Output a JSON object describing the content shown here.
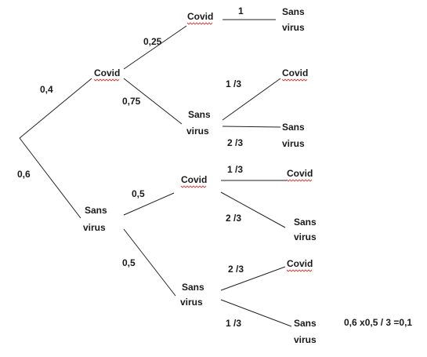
{
  "tree": {
    "root_probs": {
      "p1": "0,4",
      "p2": "0,6"
    },
    "level1": {
      "covid": {
        "label": "Covid",
        "branch_covid": "0,25",
        "branch_sans": "0,75"
      },
      "sans": {
        "label_line1": "Sans",
        "label_line2": "virus",
        "branch_covid": "0,5",
        "branch_sans": "0,5"
      }
    },
    "level2": {
      "covid_covid": {
        "label": "Covid",
        "prob": "1"
      },
      "covid_sans": {
        "label_line1": "Sans",
        "label_line2": "virus",
        "prob_covid": "1 /3",
        "prob_sans": "2 /3"
      },
      "sans_covid": {
        "label": "Covid",
        "prob_covid": "1 /3",
        "prob_sans": "2 /3"
      },
      "sans_sans": {
        "label_line1": "Sans",
        "label_line2": "virus",
        "prob_covid": "2 /3",
        "prob_sans": "1 /3"
      }
    },
    "leaves": {
      "l1": {
        "line1": "Sans",
        "line2": "virus"
      },
      "l2": {
        "label": "Covid"
      },
      "l3": {
        "line1": "Sans",
        "line2": "virus"
      },
      "l4": {
        "label": "Covid"
      },
      "l5": {
        "line1": "Sans",
        "line2": "virus"
      },
      "l6": {
        "label": "Covid"
      },
      "l7": {
        "line1": "Sans",
        "line2": "virus"
      }
    },
    "annotation": "0,6 x0,5 / 3 =0,1"
  }
}
